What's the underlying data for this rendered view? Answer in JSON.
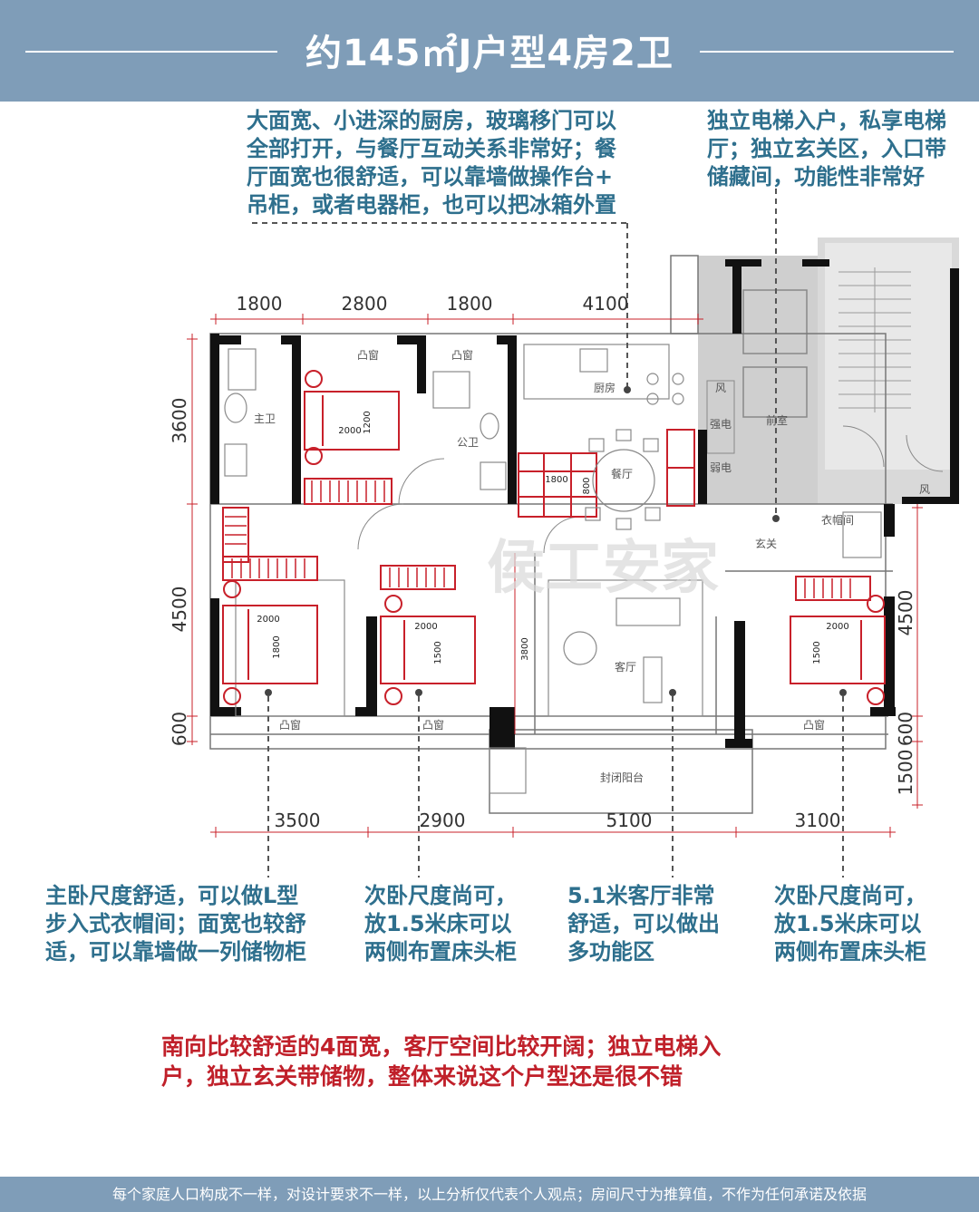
{
  "header": {
    "title": "约145㎡J户型4房2卫"
  },
  "notes": {
    "kitchen": [
      "大面宽、小进深的厨房，玻璃移门可以",
      "全部打开，与餐厅互动关系非常好；餐",
      "厅面宽也很舒适，可以靠墙做操作台+",
      "吊柜，或者电器柜，也可以把冰箱外置"
    ],
    "entry": [
      "独立电梯入户，私享电梯",
      "厅；独立玄关区，入口带",
      "储藏间，功能性非常好"
    ],
    "master": [
      "主卧尺度舒适，可以做L型",
      "步入式衣帽间；面宽也较舒",
      "适，可以靠墙做一列储物柜"
    ],
    "second": [
      "次卧尺度尚可，",
      "放1.5米床可以",
      "两侧布置床头柜"
    ],
    "living": [
      "5.1米客厅非常",
      "舒适，可以做出",
      "多功能区"
    ],
    "third": [
      "次卧尺度尚可，",
      "放1.5米床可以",
      "两侧布置床头柜"
    ]
  },
  "conclusion": [
    "南向比较舒适的4面宽，客厅空间比较开阔；独立电梯入",
    "户，独立玄关带储物，整体来说这个户型还是很不错"
  ],
  "footer": "每个家庭人口构成不一样，对设计要求不一样，以上分析仅代表个人观点；房间尺寸为推算值，不作为任何承诺及依据",
  "plan": {
    "dims_top": [
      "1800",
      "2800",
      "1800",
      "4100"
    ],
    "dims_bottom": [
      "3500",
      "2900",
      "5100",
      "3100"
    ],
    "dims_left": [
      "3600",
      "4500",
      "600"
    ],
    "dims_right": [
      "4500",
      "600",
      "1500"
    ],
    "watermark": "侯工安家",
    "rooms": {
      "master_bath": "主卫",
      "public_bath": "公卫",
      "kitchen": "厨房",
      "dining": "餐厅",
      "living": "客厅",
      "foyer": "玄关",
      "cloakroom": "衣帽间",
      "elevator_hall": "前室",
      "sealed_balcony": "封闭阳台",
      "window_top_1": "凸窗",
      "window_top_2": "凸窗",
      "window_bottom_1": "凸窗",
      "window_bottom_2": "凸窗",
      "window_bottom_3": "凸窗",
      "shaft_1": "风",
      "shaft_2": "强电",
      "shaft_3": "弱电",
      "shaft_4": "风"
    },
    "bed_labels": {
      "bed1_w": "2000",
      "bed1_h": "1200",
      "bed2_w": "2000",
      "bed2_h": "1800",
      "bed3_w": "2000",
      "bed3_h": "1500",
      "bed4_w": "2000",
      "bed4_h": "1500",
      "table_w": "1800",
      "table_h": "800",
      "living_depth": "3800"
    }
  },
  "colors": {
    "header": "#7f9db8",
    "note": "#2e6f8d",
    "conclusion": "#c0202a",
    "furniture": "#c8202a"
  }
}
